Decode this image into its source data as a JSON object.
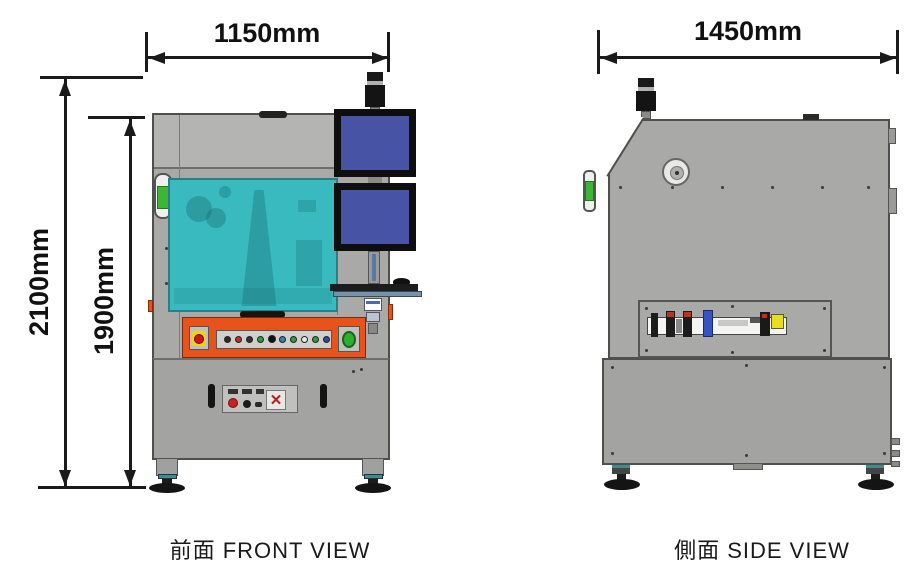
{
  "front_view": {
    "caption": "前面  FRONT VIEW",
    "dim_width": "1150mm",
    "dim_total_height": "2100mm",
    "dim_frame_height": "1900mm"
  },
  "side_view": {
    "caption": "側面  SIDE VIEW",
    "dim_depth": "1450mm"
  },
  "colors": {
    "outline": "#4f4f4d",
    "machine_gray": "#a9a9a7",
    "control_panel_orange": "#e8531c",
    "window_cyan": "#38babe",
    "monitor_blue": "#4754a6",
    "tower_lamp_green": "#3db535",
    "estop_red": "#cf1616",
    "estop_yellow": "#f0d020",
    "dimension_line": "#1a1a1a"
  }
}
